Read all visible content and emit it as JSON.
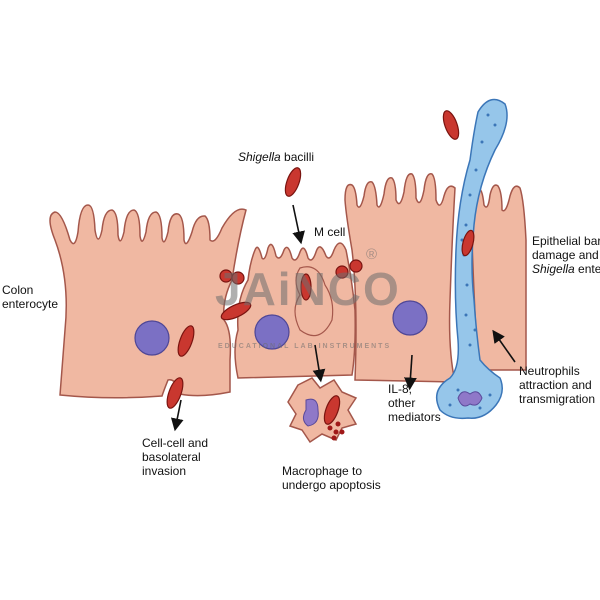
{
  "labels": {
    "shigella_bacilli": {
      "italic": "Shigella",
      "rest": " bacilli"
    },
    "m_cell": "M cell",
    "colon_enterocyte": [
      "Colon",
      "enterocyte"
    ],
    "barrier_damage": {
      "line1": "Epithelial barrier",
      "line2": "damage and more",
      "italic": "Shigella",
      "rest": " enter"
    },
    "neutrophils": [
      "Neutrophils",
      "attraction and",
      "transmigration"
    ],
    "il8": [
      "IL-8,",
      "other",
      "mediators"
    ],
    "cell_cell": [
      "Cell-cell and",
      "basolateral",
      "invasion"
    ],
    "macrophage": [
      "Macrophage to",
      "undergo apoptosis"
    ]
  },
  "watermark": {
    "brand": "JAiNCO",
    "tagline": "EDUCATIONAL LAB INSTRUMENTS",
    "registered": "®"
  },
  "colors": {
    "cell": "#f0b8a2",
    "outline": "#a4574b",
    "nucleus": "#7b70c4",
    "bacterium": "#c9372f",
    "vessel": "#96c6ea",
    "vessel_dots": "#3b76b8"
  }
}
